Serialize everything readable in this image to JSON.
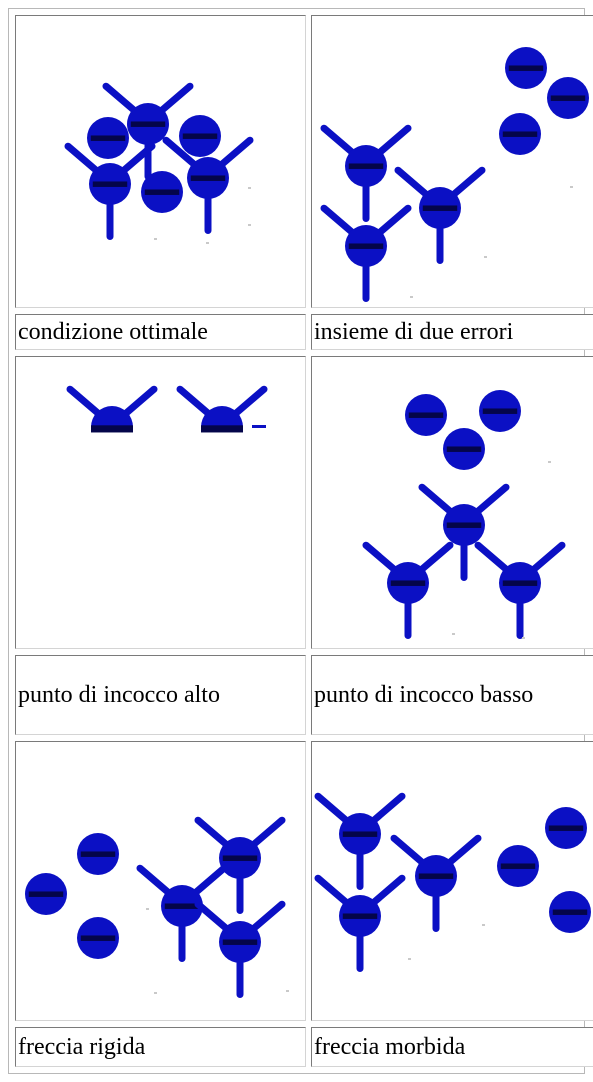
{
  "colors": {
    "target_blue": "#0b10c4",
    "stripe_dark": "#04054a"
  },
  "rows": [
    {
      "left": {
        "icon": "arrow-group-icon",
        "label": "condizione ottimale"
      },
      "right": {
        "icon": "arrow-group-icon",
        "label": "insieme di due errori"
      }
    },
    {
      "left": {
        "icon": "arrow-group-icon",
        "label": "punto di incocco alto"
      },
      "right": {
        "icon": "arrow-group-icon",
        "label": "punto di incocco basso"
      }
    },
    {
      "left": {
        "icon": "arrow-group-icon",
        "label": "freccia rigida"
      },
      "right": {
        "icon": "arrow-group-icon",
        "label": "freccia morbida"
      }
    }
  ]
}
